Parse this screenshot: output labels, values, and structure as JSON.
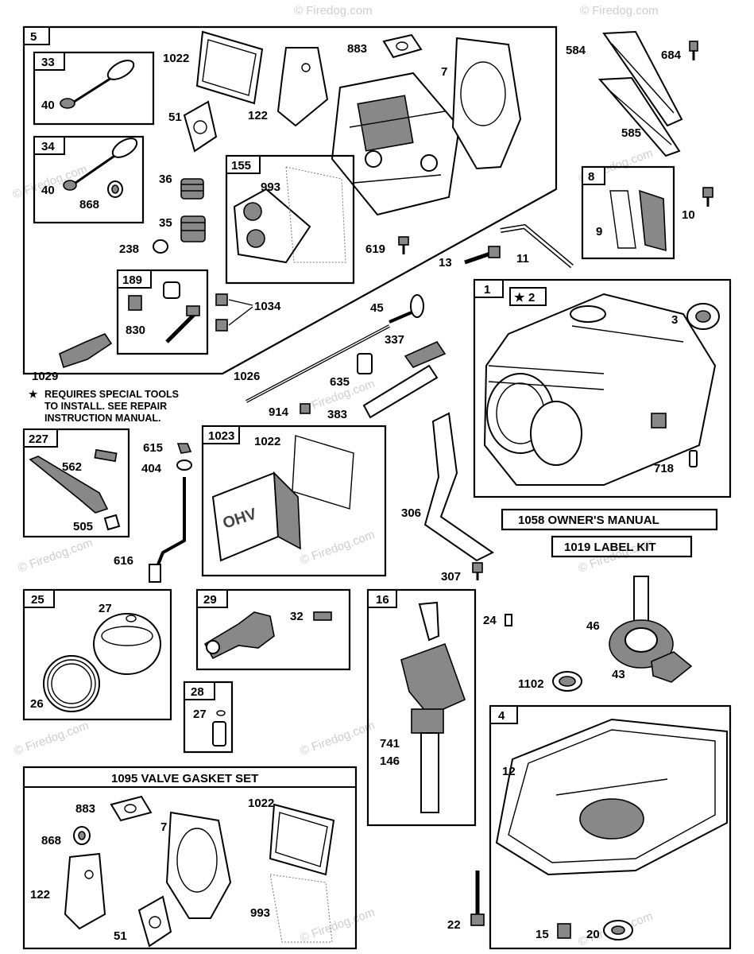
{
  "groups": {
    "g5": "5",
    "g33": "33",
    "g34": "34",
    "g155": "155",
    "g189": "189",
    "g8": "8",
    "g1": "1",
    "g227": "227",
    "g1023": "1023",
    "g25": "25",
    "g29": "29",
    "g28": "28",
    "g16": "16",
    "g4": "4"
  },
  "labels": {
    "p1022": "1022",
    "p883": "883",
    "p7": "7",
    "p584": "584",
    "p684": "684",
    "p585": "585",
    "p40a": "40",
    "p51": "51",
    "p122": "122",
    "p40b": "40",
    "p868": "868",
    "p36": "36",
    "p35": "35",
    "p238": "238",
    "p993": "993",
    "p619": "619",
    "p13": "13",
    "p11": "11",
    "p9": "9",
    "p10": "10",
    "p1034": "1034",
    "p830": "830",
    "p1029": "1029",
    "p45": "45",
    "p337": "337",
    "p2": "2",
    "p3": "3",
    "p1026": "1026",
    "p635": "635",
    "p914": "914",
    "p383": "383",
    "p718": "718",
    "p562": "562",
    "p505": "505",
    "p615": "615",
    "p404": "404",
    "p616": "616",
    "p1022b": "1022",
    "p306": "306",
    "p307": "307",
    "p27a": "27",
    "p26": "26",
    "p32": "32",
    "p27b": "27",
    "p24": "24",
    "p46": "46",
    "p43": "43",
    "p1102": "1102",
    "p741": "741",
    "p146": "146",
    "p12": "12",
    "p22": "22",
    "p15": "15",
    "p20": "20",
    "s883": "883",
    "s7": "7",
    "s1022": "1022",
    "s868": "868",
    "s122": "122",
    "s51": "51",
    "s993": "993"
  },
  "notes": {
    "star_line1": "REQUIRES SPECIAL TOOLS",
    "star_line2": "TO INSTALL.  SEE REPAIR",
    "star_line3": "INSTRUCTION MANUAL."
  },
  "boxes": {
    "owners_manual": "1058 OWNER'S MANUAL",
    "label_kit": "1019 LABEL KIT",
    "valve_gasket_set": "1095 VALVE GASKET SET"
  },
  "watermark": "© Firedog.com"
}
